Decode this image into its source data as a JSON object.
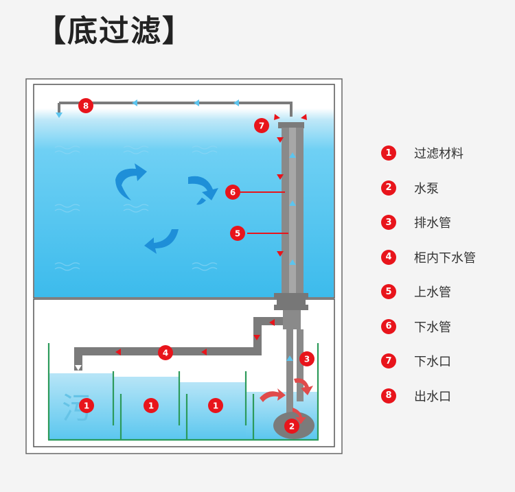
{
  "title": "【底过滤】",
  "legend": [
    {
      "num": "1",
      "label": "过滤材料"
    },
    {
      "num": "2",
      "label": "水泵"
    },
    {
      "num": "3",
      "label": "排水管"
    },
    {
      "num": "4",
      "label": "柜内下水管"
    },
    {
      "num": "5",
      "label": "上水管"
    },
    {
      "num": "6",
      "label": "下水管"
    },
    {
      "num": "7",
      "label": "下水口"
    },
    {
      "num": "8",
      "label": "出水口"
    }
  ],
  "diagram": {
    "sump_label": "污",
    "badges": {
      "outlet": "8",
      "drain_inlet": "7",
      "down_pipe": "6",
      "up_pipe": "5",
      "cabinet_down_pipe": "4",
      "drain_pipe": "3",
      "pump": "2",
      "media_1": "1",
      "media_2": "1",
      "media_3": "1"
    }
  },
  "colors": {
    "accent": "#e8141b",
    "water": "#52c3ef",
    "pipe": "#7b7b7b",
    "arrow_blue": "#5cc4ee"
  }
}
